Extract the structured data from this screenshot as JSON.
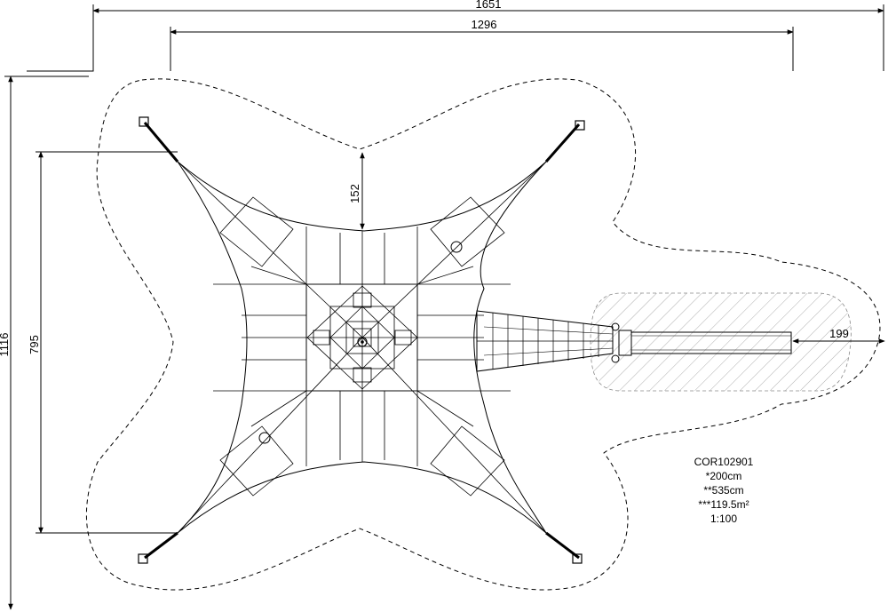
{
  "dimensions": {
    "overall_width": "1651",
    "inner_width": "1296",
    "overall_height": "1116",
    "inner_height": "795",
    "center_gap": "152",
    "slide_gap": "199"
  },
  "info": {
    "code": "COR102901",
    "height_note": "*200cm",
    "span_note": "**535cm",
    "area_note": "***119.5m²",
    "scale": "1:100"
  }
}
